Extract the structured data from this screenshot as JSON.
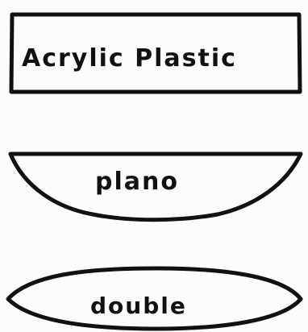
{
  "diagram": {
    "items": [
      {
        "label": "Acrylic Plastic"
      },
      {
        "label": "plano"
      },
      {
        "label": "double"
      }
    ]
  }
}
